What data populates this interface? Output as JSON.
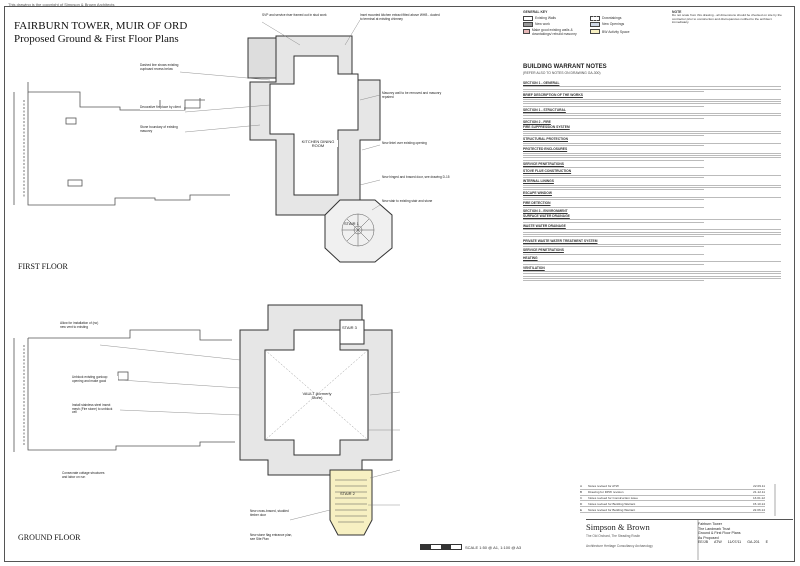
{
  "copyright": "This drawing is the copyright of Simpson & Brown Architects",
  "title": {
    "line1": "FAIRBURN TOWER, MUIR OF ORD",
    "line2": "Proposed Ground & First Floor Plans"
  },
  "floors": {
    "first": "FIRST FLOOR",
    "ground": "GROUND FLOOR"
  },
  "rooms": {
    "kitchen": "KITCHEN DINING ROOM",
    "stair1": "STAIR 1",
    "vault": "VAULT (formerly Store)",
    "stair2": "STAIR 2",
    "stair3": "STAIR 3"
  },
  "key": {
    "general": "GENERAL KEY",
    "items": [
      "Existing Walls",
      "New work",
      "Make good existing walls & downtakings/ rebuild masonry",
      "Downtakings",
      "New Openings",
      "BW Activity Space"
    ]
  },
  "notes_head": "NOTE",
  "notes_text": "Do not scale from this drawing - all dimensions should be checked on site by the contractor prior to construction and discrepancies notified to the architect immediately.",
  "bw": {
    "title": "BUILDING WARRANT NOTES",
    "sub": "(REFER ALSO TO NOTES ON DRAWING GA-300)",
    "sections": [
      "SECTION 1 - GENERAL",
      "BRIEF DESCRIPTION OF THE WORKS",
      "SECTION 1 - STRUCTURAL",
      "SECTION 2 - FIRE",
      "FIRE SUPPRESSION SYSTEM",
      "STRUCTURAL PROTECTION",
      "PROTECTED ENCLOSURES",
      "SERVICE PENETRATIONS",
      "STOVE FLUE CONSTRUCTION",
      "INTERNAL LININGS",
      "ESCAPE WINDOW",
      "FIRE DETECTION",
      "SECTION 3 - ENVIRONMENT",
      "SURFACE WATER DRAINAGE",
      "WASTE WATER DRAINAGE",
      "PRIVATE WASTE WATER TREATMENT SYSTEM",
      "SERVICE PENETRATIONS",
      "HEATING",
      "VENTILATION"
    ]
  },
  "callouts": {
    "c1": "SVP and service riser framed out in stud work",
    "c2": "Inset mounted kitchen extract fitted above WHB - ducted to terminal at existing chimney",
    "c3": "Dashed line shows existing cupboard recess below",
    "c4": "Decorative fireplace by client",
    "c5": "Stone boundary of existing masonry",
    "c6": "Masonry wall to be removed and masonry repaired",
    "c7": "New lintel over existing opening",
    "c8": "New hinged and braced door, see drawing D-15",
    "c9": "New stair to existing stair and stone",
    "c10": "Allow for installation of (no) new vent to existing",
    "c11": "Unblock existing gunloop opening and make good",
    "c12": "Install stainless steel insect mesh (Fire stone) to unblock cell",
    "c13": "Consecrate cottage structures and labor on run",
    "c14": "New cross-braced, studded timber door",
    "c15": "New stone flag entrance plan, see Site Plan"
  },
  "revisions": [
    [
      "A",
      "Notes revised for ATW",
      "22.09.11"
    ],
    [
      "B",
      "Drawing for DPW revision",
      "21.12.11"
    ],
    [
      "C",
      "Notes revised for Construction issue",
      "13.01.12"
    ],
    [
      "D",
      "Notes revised for Building Warrant",
      "15.10.14"
    ],
    [
      "E",
      "Notes revised for Building Warrant",
      "22.06.14"
    ]
  ],
  "titleblock": {
    "firm": "Simpson & Brown",
    "practice": "The Old Orchard, The Steading Roslin",
    "disciplines": "Architecture  Heritage Consultancy  Archaeology",
    "project": "Fairburn Tower",
    "client": "The Landmark Trust",
    "drawing": "Ground & First Floor Plans",
    "status": "As Proposed",
    "scale": "1:50 @ A1, 1:100 @ A3",
    "number": "GA-201",
    "rev": "E",
    "drawn": "EE/JB",
    "job": "ATW",
    "date": "11/07/11"
  },
  "scalebar": "SCALE 1:50 @ A1, 1:100 @ A3"
}
